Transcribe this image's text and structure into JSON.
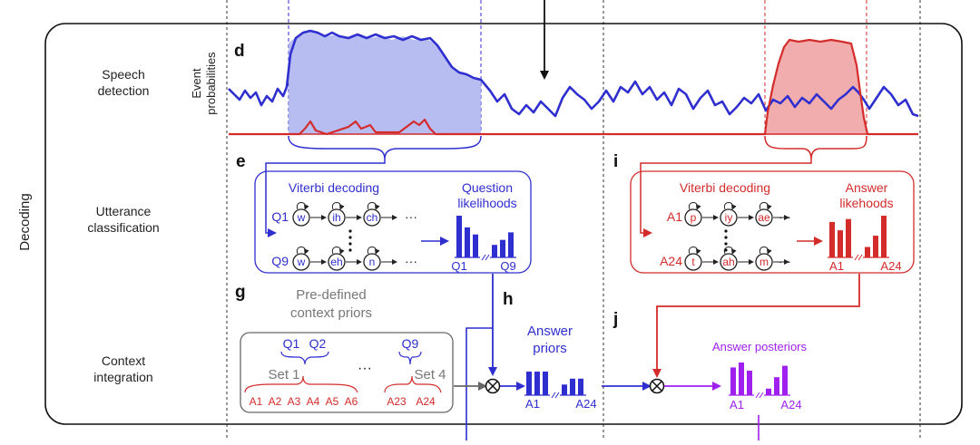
{
  "colors": {
    "question": "#2f2fd0",
    "answer": "#d42b2b",
    "posterior": "#a020f0",
    "prior_gray": "#777777",
    "question_fill": "#aab0ee",
    "answer_fill": "#f0a4a4"
  },
  "side_label": "Decoding",
  "rows": {
    "speech": [
      "Speech",
      "detection"
    ],
    "utterance": [
      "Utterance",
      "classification"
    ],
    "context": [
      "Context",
      "integration"
    ]
  },
  "panel_d": {
    "letter": "d",
    "ylabel": [
      "Event",
      "probabilities"
    ]
  },
  "panel_e": {
    "letter": "e",
    "viterbi": "Viterbi decoding",
    "likelihoods": [
      "Question",
      "likelihoods"
    ],
    "row1": {
      "label": "Q1",
      "phones": [
        "w",
        "ih",
        "ch"
      ]
    },
    "row2": {
      "label": "Q9",
      "phones": [
        "w",
        "eh",
        "n"
      ]
    },
    "ellipsis": "···",
    "axis": [
      "Q1",
      "Q9"
    ],
    "bar_values": [
      1.0,
      0.72,
      0.55,
      0.3,
      0.42,
      0.6
    ]
  },
  "panel_i": {
    "letter": "i",
    "viterbi": "Viterbi decoding",
    "likelihoods": [
      "Answer",
      "likehoods"
    ],
    "row1": {
      "label": "A1",
      "phones": [
        "p",
        "iy",
        "ae"
      ]
    },
    "row2": {
      "label": "A24",
      "phones": [
        "t",
        "ah",
        "m"
      ]
    },
    "ellipsis": "···",
    "axis": [
      "A1",
      "A24"
    ],
    "bar_values": [
      0.85,
      0.65,
      0.92,
      0.25,
      0.52,
      1.0
    ]
  },
  "panel_g": {
    "letter": "g",
    "title": [
      "Pre-defined",
      "context priors"
    ],
    "questions_left": [
      "Q1",
      "Q2"
    ],
    "question_right": "Q9",
    "set_left": "Set 1",
    "set_right": "Set 4",
    "ellipsis": "···",
    "answers_left": [
      "A1",
      "A2",
      "A3",
      "A4",
      "A5",
      "A6"
    ],
    "answers_right": [
      "A23",
      "A24"
    ]
  },
  "panel_h": {
    "letter": "h",
    "title": [
      "Answer",
      "priors"
    ],
    "axis": [
      "A1",
      "A24"
    ],
    "bar_values": [
      1.0,
      1.0,
      1.0,
      0.45,
      0.7,
      0.7
    ]
  },
  "panel_j": {
    "letter": "j",
    "title": "Answer posteriors",
    "axis": [
      "A1",
      "A24"
    ],
    "bar_values": [
      0.85,
      1.0,
      0.75,
      0.2,
      0.55,
      0.9
    ]
  }
}
